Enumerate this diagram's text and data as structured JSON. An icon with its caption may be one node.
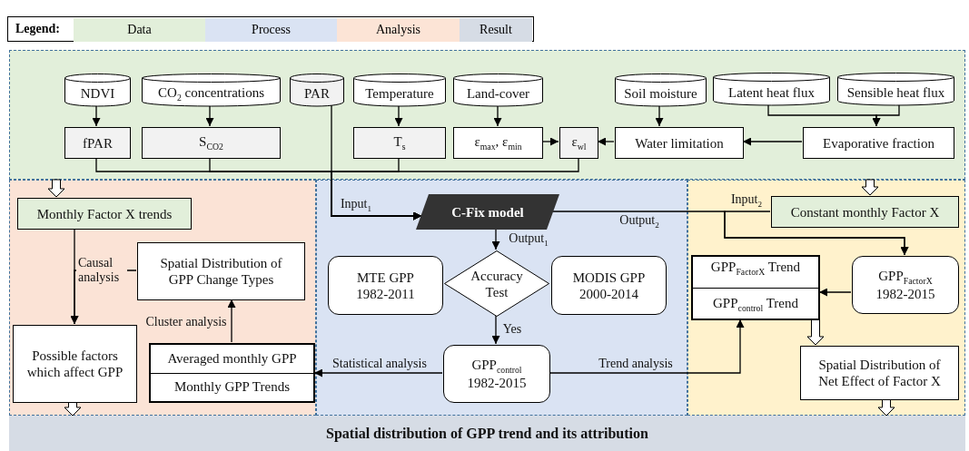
{
  "diagram": {
    "nodes": [
      {
        "text": [],
        "shape": "box"
      },
      {
        "text": [
          "NDVI"
        ],
        "in": 0
      },
      {
        "text": [
          "CO$_{2}$ concentrations"
        ],
        "in": 0
      },
      {
        "text": [
          "PAR"
        ],
        "in": 0
      },
      {
        "text": [
          "Temperature"
        ],
        "in": 0
      },
      {
        "text": [
          "Land-cover"
        ],
        "in": 0
      },
      {
        "text": [
          "Soil moisture"
        ],
        "in": 0
      },
      {
        "text": [
          "Latent heat flux"
        ],
        "in": 0
      },
      {
        "text": [
          "Sensible heat flux"
        ],
        "in": 0
      },
      {
        "text": [
          "fPAR"
        ],
        "in": 0
      },
      {
        "text": [
          "S$_{CO2}$"
        ],
        "in": 0
      },
      {
        "text": [
          "T$_{s}$"
        ],
        "in": 0
      },
      {
        "text": [
          "ε$_{max}$, ε$_{min}$"
        ],
        "in": 0
      },
      {
        "text": [
          "ε$_{wl}$"
        ],
        "in": 0
      },
      {
        "text": [
          "Water limitation"
        ],
        "in": 0
      },
      {
        "text": [
          "Evaporative fraction"
        ],
        "in": 0
      },
      {
        "text": [],
        "shape": "box"
      },
      {
        "text": [],
        "shape": "box"
      },
      {
        "text": [],
        "shape": "box"
      },
      {
        "text": [
          "Monthly Factor X trends"
        ],
        "in": 16
      },
      {
        "text": [
          "Spatial Distribution of GPP Change Types"
        ],
        "in": 16
      },
      {
        "text": [
          "Possible factors which affect GPP"
        ],
        "in": 16
      },
      {
        "text": [
          "Averaged monthly GPP",
          "Monthly GPP Trends"
        ],
        "in": 16
      },
      {
        "text": [
          "C-Fix model"
        ],
        "in": 17
      },
      {
        "text": [
          "Accuracy Test"
        ],
        "in": 17
      },
      {
        "text": [
          "MTE GPP 1982-2011"
        ],
        "in": 17
      },
      {
        "text": [
          "MODIS GPP 2000-2014"
        ],
        "in": 17
      },
      {
        "text": [
          "GPP$_{control}$ 1982-2015"
        ],
        "in": 17
      },
      {
        "text": [
          "Constant monthly Factor X"
        ],
        "in": 18
      },
      {
        "text": [
          "GPP$_{FactorX}$ Trend",
          "GPP$_{control}$ Trend"
        ],
        "in": 18
      },
      {
        "text": [
          "GPP$_{FactorX}$ 1982-2015"
        ],
        "in": 18
      },
      {
        "text": [
          "Spatial Distribution of Net Effect of Factor X"
        ],
        "in": 18
      },
      {
        "text": [
          "Spatial distribution of GPP trend and its attribution"
        ]
      }
    ],
    "edges": [
      {
        "from": 1,
        "to": 9,
        "arrow": "to"
      },
      {
        "from": 2,
        "to": 10,
        "arrow": "to"
      },
      {
        "from": 4,
        "to": 11,
        "arrow": "to"
      },
      {
        "from": 5,
        "to": 12,
        "arrow": "to"
      },
      {
        "from": 6,
        "to": 14,
        "arrow": "to"
      },
      {
        "from": 7,
        "to": 15,
        "arrow": "to"
      },
      {
        "from": 8,
        "to": 15,
        "arrow": "to"
      },
      {
        "from": 12,
        "to": 13,
        "arrow": "to"
      },
      {
        "from": 14,
        "to": 13,
        "arrow": "to"
      },
      {
        "from": 15,
        "to": 14,
        "arrow": "to"
      },
      {
        "from": 9,
        "to": 23,
        "arrow": "to"
      },
      {
        "from": 10,
        "to": 23,
        "arrow": "to"
      },
      {
        "from": 3,
        "to": 23,
        "arrow": "to",
        "label": "Input$_{1}$"
      },
      {
        "from": 11,
        "to": 23,
        "arrow": "to"
      },
      {
        "from": 13,
        "to": 23,
        "arrow": "to"
      },
      {
        "from": 0,
        "to": 19,
        "arrow": "to",
        "style": "thick"
      },
      {
        "from": 0,
        "to": 28,
        "arrow": "to",
        "style": "thick"
      },
      {
        "from": 19,
        "to": 21,
        "arrow": "to",
        "label": "Causal analysis"
      },
      {
        "from": 20,
        "to": 21,
        "arrow": "to"
      },
      {
        "from": 22,
        "to": 20,
        "arrow": "to",
        "label": "Cluster analysis"
      },
      {
        "from": 23,
        "to": 24,
        "arrow": "to",
        "label": "Output$_{1}$"
      },
      {
        "from": 24,
        "to": 27,
        "arrow": "to",
        "label": "Yes"
      },
      {
        "from": 27,
        "to": 22,
        "arrow": "to",
        "label": "Statistical analysis"
      },
      {
        "from": 23,
        "to": 30,
        "arrow": "to",
        "label": "Output$_{2}$"
      },
      {
        "from": 28,
        "to": 30,
        "arrow": "to",
        "label": "Input$_{2}$"
      },
      {
        "from": 27,
        "to": 29,
        "arrow": "to",
        "label": "Trend analysis"
      },
      {
        "from": 30,
        "to": 29,
        "arrow": "to"
      },
      {
        "from": 29,
        "to": 31,
        "arrow": "to",
        "style": "thick"
      },
      {
        "from": 21,
        "to": 32,
        "arrow": "to",
        "style": "thick"
      },
      {
        "from": 31,
        "to": 32,
        "arrow": "to",
        "style": "thick"
      }
    ],
    "labels": [
      "Legend:"
    ],
    "legend": [
      {
        "text": "Data",
        "color": "#e2efda"
      },
      {
        "text": "Process",
        "color": "#dae3f3"
      },
      {
        "text": "Analysis",
        "color": "#fce4d6"
      },
      {
        "text": "Result",
        "color": "#d6dce5"
      }
    ]
  }
}
